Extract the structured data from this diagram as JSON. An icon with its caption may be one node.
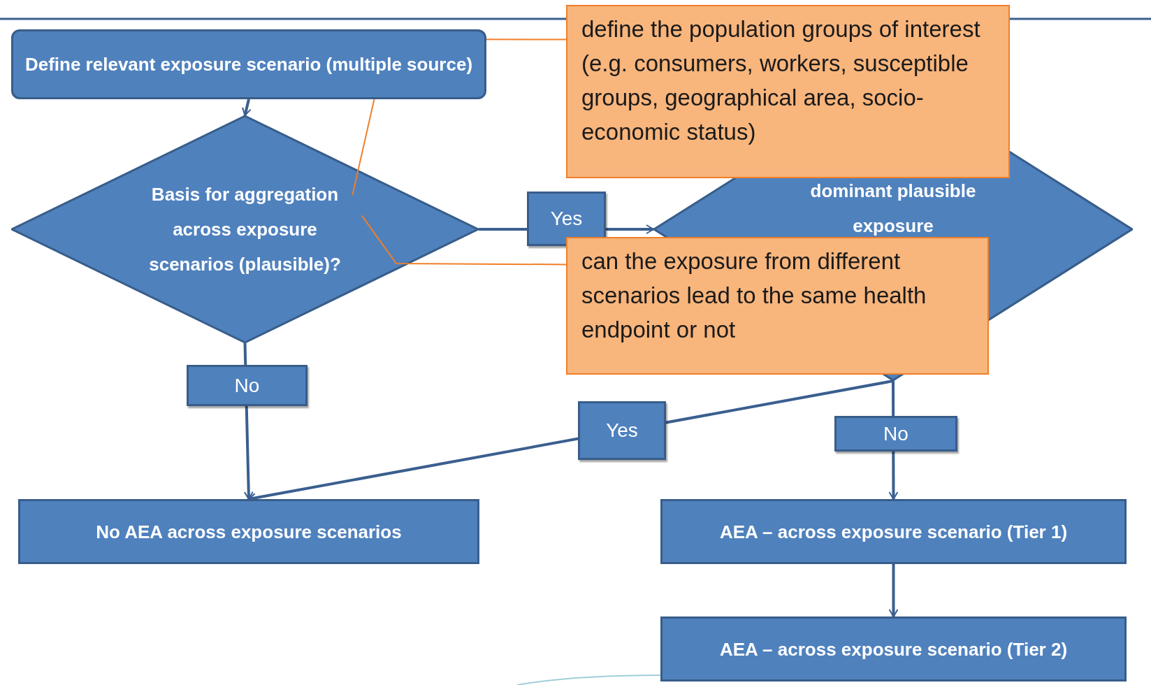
{
  "diagram": {
    "nodes": [
      {
        "text": [
          "Define relevant exposure scenario (multiple source)"
        ]
      },
      {
        "text": [
          "Basis for aggregation across exposure scenarios (plausible)?"
        ]
      },
      {
        "text": [
          "dominant plausible exposure"
        ]
      },
      {
        "text": [
          "define the population groups of interest (e.g. consumers, workers, susceptible groups, geographical area, socio-economic status)"
        ]
      },
      {
        "text": [
          "can the exposure from different scenarios lead to the same health endpoint or not"
        ]
      },
      {
        "text": [
          "No AEA across exposure scenarios"
        ]
      },
      {
        "text": [
          "AEA – across exposure scenario (Tier 1)"
        ]
      },
      {
        "text": [
          "AEA – across exposure scenario (Tier 2)"
        ]
      }
    ],
    "edges": [
      {
        "from": 0,
        "to": 1,
        "arrow": "to"
      },
      {
        "from": 1,
        "to": 2,
        "arrow": "to",
        "label": "Yes"
      },
      {
        "from": 1,
        "to": 5,
        "arrow": "to",
        "label": "No"
      },
      {
        "from": 2,
        "to": 5,
        "arrow": "to",
        "label": "Yes"
      },
      {
        "from": 2,
        "to": 6,
        "arrow": "to",
        "label": "No"
      },
      {
        "from": 6,
        "to": 7,
        "arrow": "to"
      },
      {
        "from": 3,
        "to": 1,
        "arrow": "none",
        "color": "#f07f2a"
      },
      {
        "from": 4,
        "to": 1,
        "arrow": "none",
        "color": "#f07f2a"
      }
    ]
  }
}
